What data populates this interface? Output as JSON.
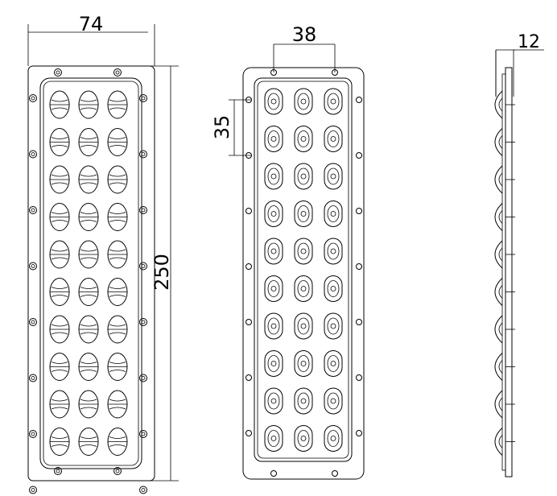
{
  "drawing": {
    "dimensions": {
      "front_width": "74",
      "front_height": "250",
      "hole_spacing_horizontal": "38",
      "hole_spacing_vertical": "35",
      "side_thickness": "12"
    },
    "lens_grid": {
      "rows": 10,
      "columns": 3
    },
    "colors": {
      "line": "#000000",
      "background": "#ffffff"
    }
  }
}
